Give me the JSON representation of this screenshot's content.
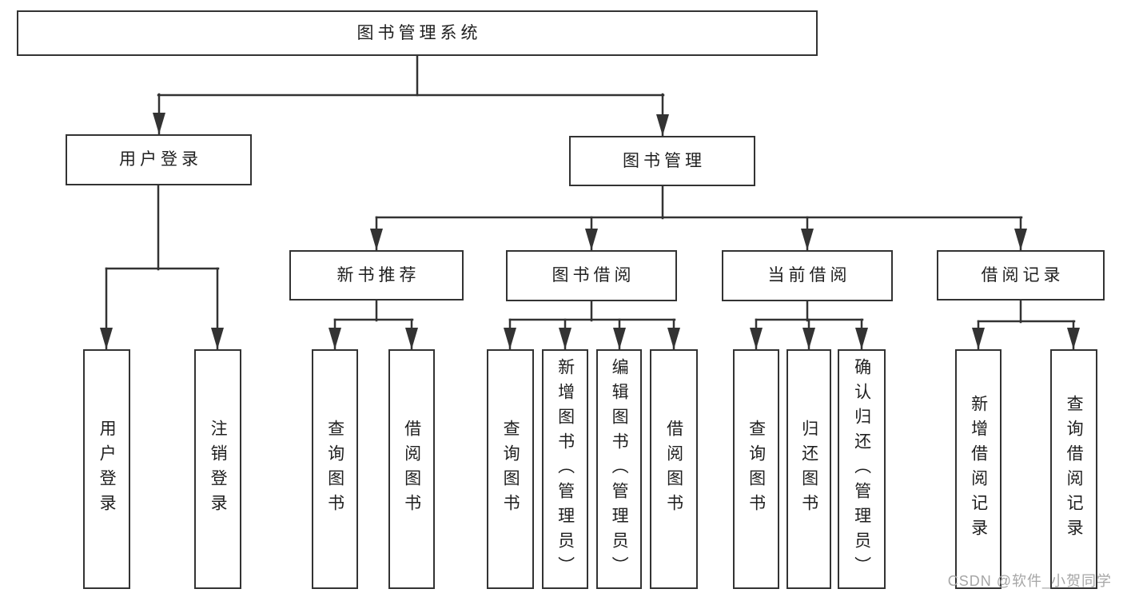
{
  "diagram": {
    "root": {
      "id": "root",
      "label": "图书管理系统"
    },
    "level2": [
      {
        "id": "user-login",
        "label": "用户登录"
      },
      {
        "id": "book-management",
        "label": "图书管理"
      }
    ],
    "level3": [
      {
        "id": "new-book-recommend",
        "label": "新书推荐",
        "parent": "book-management"
      },
      {
        "id": "book-borrow",
        "label": "图书借阅",
        "parent": "book-management"
      },
      {
        "id": "current-borrow",
        "label": "当前借阅",
        "parent": "book-management"
      },
      {
        "id": "borrow-records",
        "label": "借阅记录",
        "parent": "book-management"
      }
    ],
    "leaves": [
      {
        "id": "leaf-user-login",
        "label": "用户登录",
        "parent": "user-login"
      },
      {
        "id": "leaf-logout",
        "label": "注销登录",
        "parent": "user-login"
      },
      {
        "id": "leaf-query-books-recommend",
        "label": "查询图书",
        "parent": "new-book-recommend"
      },
      {
        "id": "leaf-borrow-books-recommend",
        "label": "借阅图书",
        "parent": "new-book-recommend"
      },
      {
        "id": "leaf-query-books-borrow",
        "label": "查询图书",
        "parent": "book-borrow"
      },
      {
        "id": "leaf-add-books-admin",
        "label": "新增图书（管理员）",
        "parent": "book-borrow"
      },
      {
        "id": "leaf-edit-books-admin",
        "label": "编辑图书（管理员）",
        "parent": "book-borrow"
      },
      {
        "id": "leaf-borrow-books",
        "label": "借阅图书",
        "parent": "book-borrow"
      },
      {
        "id": "leaf-query-books-current",
        "label": "查询图书",
        "parent": "current-borrow"
      },
      {
        "id": "leaf-return-books",
        "label": "归还图书",
        "parent": "current-borrow"
      },
      {
        "id": "leaf-confirm-return-admin",
        "label": "确认归还（管理员）",
        "parent": "current-borrow"
      },
      {
        "id": "leaf-add-borrow-record",
        "label": "新增借阅记录",
        "parent": "borrow-records"
      },
      {
        "id": "leaf-query-borrow-record",
        "label": "查询借阅记录",
        "parent": "borrow-records"
      }
    ]
  },
  "watermark": "CSDN @软件_小贺同学",
  "colors": {
    "line": "#333333",
    "box_border": "#333333",
    "box_fill": "#ffffff",
    "text": "#1f1f1f",
    "watermark": "#a6a6a6"
  }
}
